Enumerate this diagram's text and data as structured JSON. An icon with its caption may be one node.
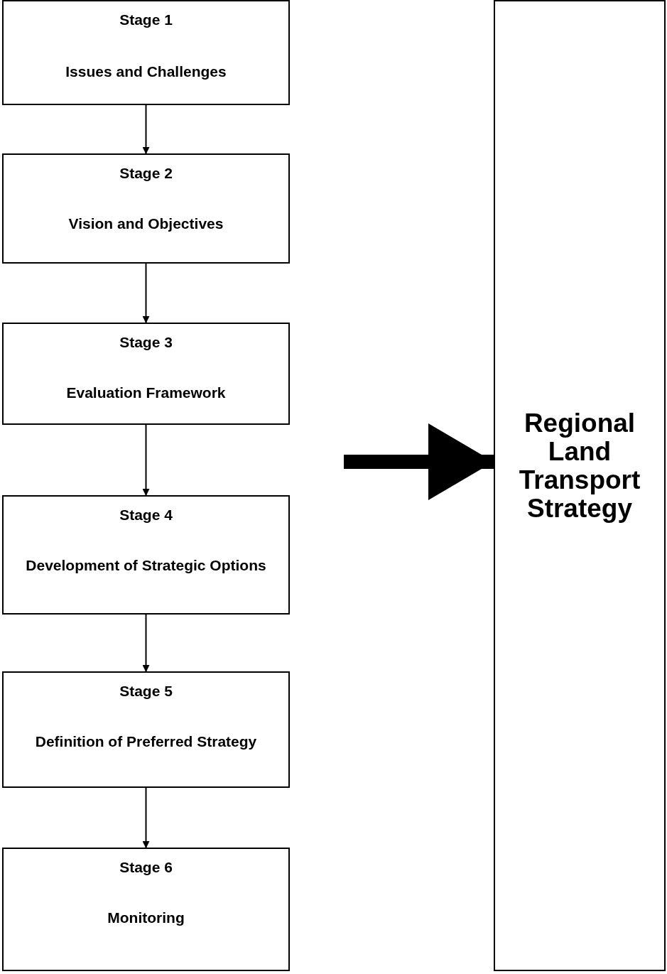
{
  "diagram": {
    "nodes": [
      {
        "text": [
          "Stage 1",
          "Issues and Challenges"
        ]
      },
      {
        "text": [
          "Stage 2",
          "Vision and Objectives"
        ]
      },
      {
        "text": [
          "Stage 3",
          "Evaluation Framework"
        ]
      },
      {
        "text": [
          "Stage 4",
          "Development of Strategic Options"
        ]
      },
      {
        "text": [
          "Stage 5",
          "Definition of Preferred Strategy"
        ]
      },
      {
        "text": [
          "Stage 6",
          "Monitoring"
        ]
      },
      {
        "text": [
          "Regional Land Transport Strategy"
        ]
      }
    ],
    "edges": [
      {
        "from": 0,
        "to": 1,
        "arrow": "to"
      },
      {
        "from": 1,
        "to": 2,
        "arrow": "to"
      },
      {
        "from": 2,
        "to": 3,
        "arrow": "to"
      },
      {
        "from": 3,
        "to": 4,
        "arrow": "to"
      },
      {
        "from": 4,
        "to": 5,
        "arrow": "to"
      },
      {
        "from": null,
        "to": 6,
        "arrow": "to",
        "style": "thick"
      }
    ]
  }
}
